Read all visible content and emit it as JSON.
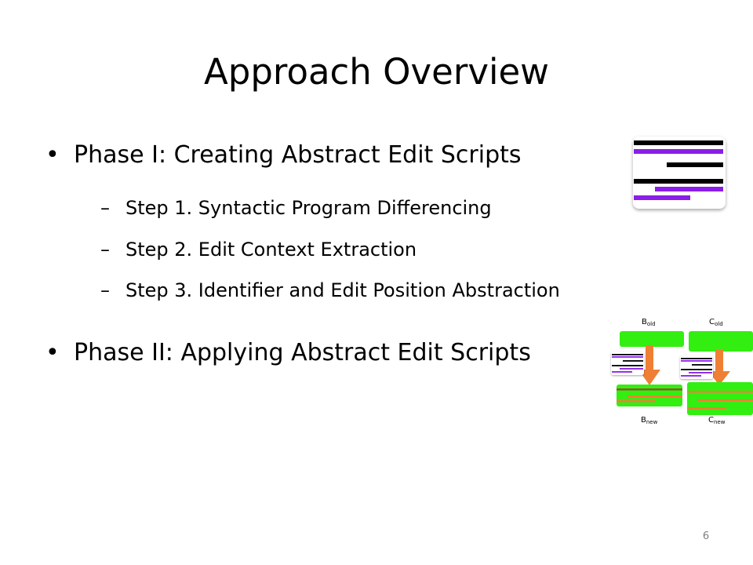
{
  "slide": {
    "title": "Approach Overview",
    "page_number": "6"
  },
  "bullets": [
    {
      "text": "Phase I: Creating Abstract Edit Scripts",
      "steps": [
        "Step 1. Syntactic Program Differencing",
        "Step 2. Edit Context Extraction",
        "Step 3. Identifier and Edit Position Abstraction"
      ]
    },
    {
      "text": "Phase II: Applying Abstract Edit Scripts",
      "steps": []
    }
  ],
  "diagram": {
    "labels": {
      "b_old": {
        "base": "B",
        "sub": "old"
      },
      "c_old": {
        "base": "C",
        "sub": "old"
      },
      "b_new": {
        "base": "B",
        "sub": "new"
      },
      "c_new": {
        "base": "C",
        "sub": "new"
      }
    },
    "colors": {
      "code_line": "#000000",
      "edit_line": "#8a1ee6",
      "block_green": "#33ee11",
      "arrow_orange": "#ef7f35",
      "changed_brown": "#8a5a28"
    },
    "icons": {
      "edit_script": "edit-script-icon",
      "arrow": "arrow-down-icon"
    }
  }
}
